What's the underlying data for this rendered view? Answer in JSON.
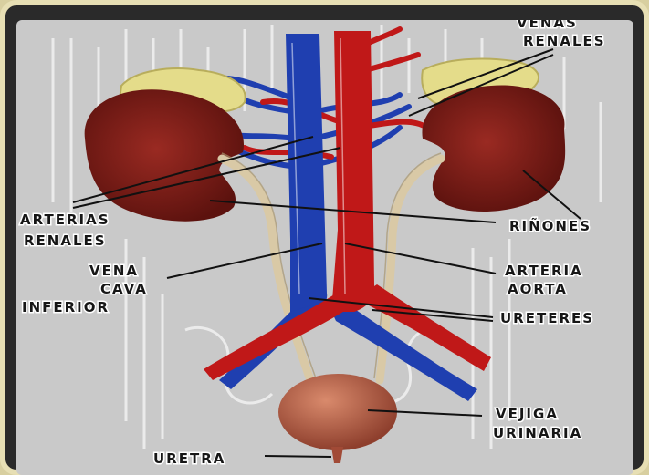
{
  "labels": {
    "venas_renales": [
      "VENAS",
      "RENALES"
    ],
    "arterias_renales": [
      "ARTERIAS",
      "RENALES"
    ],
    "rinones": "RIÑONES",
    "vena_cava_inferior": [
      "VENA",
      "CAVA",
      "INFERIOR"
    ],
    "arteria_aorta": [
      "ARTERIA",
      "AORTA"
    ],
    "ureteres": "URETERES",
    "vejiga_urinaria": [
      "VEJIGA",
      "URINARIA"
    ],
    "uretra": "URETRA"
  },
  "colors": {
    "vein": "#1f3fb0",
    "artery": "#c01818",
    "kidney": "#7a1a14",
    "adrenal": "#e4dc8a",
    "ureter": "#d9c9a6",
    "bladder": "#b9624c",
    "background": "#c9c9c9",
    "frame": "#2a2a2a"
  }
}
